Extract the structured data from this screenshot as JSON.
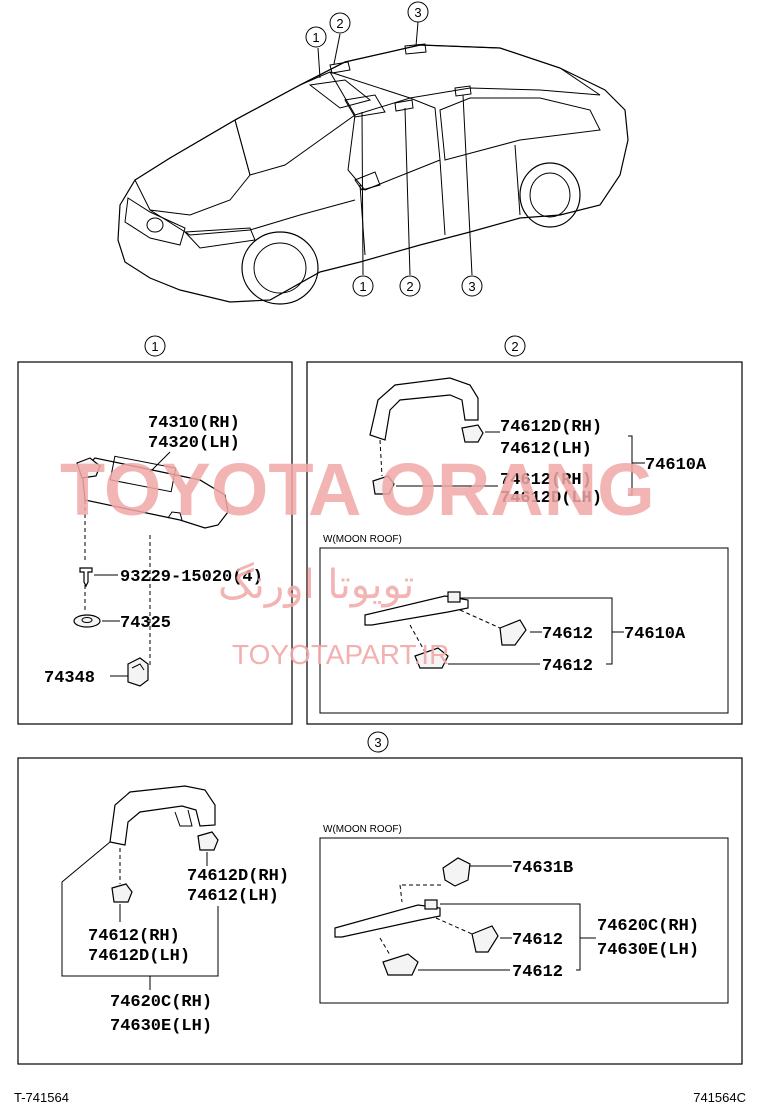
{
  "overview": {
    "callouts_top": [
      "1",
      "2",
      "3"
    ],
    "callouts_bottom": [
      "1",
      "2",
      "3"
    ]
  },
  "section1": {
    "marker": "1",
    "labels": {
      "visor_rh": "74310(RH)",
      "visor_lh": "74320(LH)",
      "screw": "93229-15020(4)",
      "washer": "74325",
      "holder": "74348"
    }
  },
  "section2": {
    "marker": "2",
    "labels": {
      "cap_rh_1": "74612D(RH)",
      "cap_lh_1": "74612(LH)",
      "cap_rh_2": "74612(RH)",
      "cap_lh_2": "74612D(LH)",
      "assy": "74610A"
    },
    "moonroof": {
      "title": "W(MOON ROOF)",
      "cap_upper": "74612",
      "cap_lower": "74612",
      "assy": "74610A"
    }
  },
  "section3": {
    "marker": "3",
    "labels": {
      "cap_rh_1": "74612D(RH)",
      "cap_lh_1": "74612(LH)",
      "cap_rh_2": "74612(RH)",
      "cap_lh_2": "74612D(LH)",
      "assy_rh": "74620C(RH)",
      "assy_lh": "74630E(LH)"
    },
    "moonroof": {
      "title": "W(MOON ROOF)",
      "hook": "74631B",
      "cap_upper": "74612",
      "cap_lower": "74612",
      "assy_rh": "74620C(RH)",
      "assy_lh": "74630E(LH)"
    }
  },
  "watermarks": {
    "main": "TOYOTA ORANG",
    "persian": "تویوتا اورنگ",
    "site": "TOYOTAPART.IR"
  },
  "footer": {
    "left": "T-741564",
    "right": "741564C"
  }
}
